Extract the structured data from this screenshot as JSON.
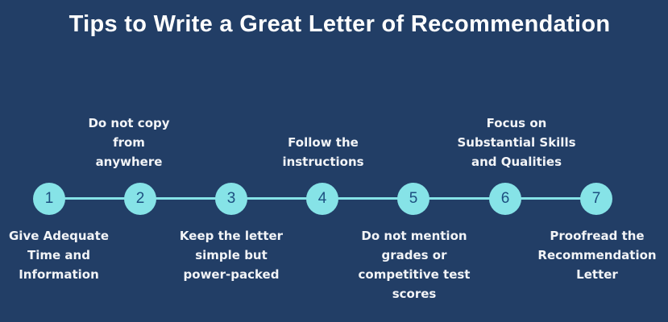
{
  "title": "Tips to Write a Great Letter of Recommendation",
  "colors": {
    "background": "#223e66",
    "accent": "#86e3e7",
    "number": "#1d4f80",
    "text": "#ffffff"
  },
  "steps": [
    {
      "number": "1",
      "position": "below",
      "lines": [
        "Give Adequate",
        "Time and",
        "Information"
      ]
    },
    {
      "number": "2",
      "position": "above",
      "lines": [
        "Do not copy",
        "from",
        "anywhere"
      ]
    },
    {
      "number": "3",
      "position": "below",
      "lines": [
        "Keep the letter",
        "simple but",
        "power-packed"
      ]
    },
    {
      "number": "4",
      "position": "above",
      "lines": [
        "Follow the",
        "instructions"
      ]
    },
    {
      "number": "5",
      "position": "below",
      "lines": [
        "Do not mention",
        "grades or",
        "competitive test",
        "scores"
      ]
    },
    {
      "number": "6",
      "position": "above",
      "lines": [
        "Focus on",
        "Substantial Skills",
        "and Qualities"
      ]
    },
    {
      "number": "7",
      "position": "below",
      "lines": [
        "Proofread the",
        "Recommendation",
        "Letter"
      ]
    }
  ]
}
